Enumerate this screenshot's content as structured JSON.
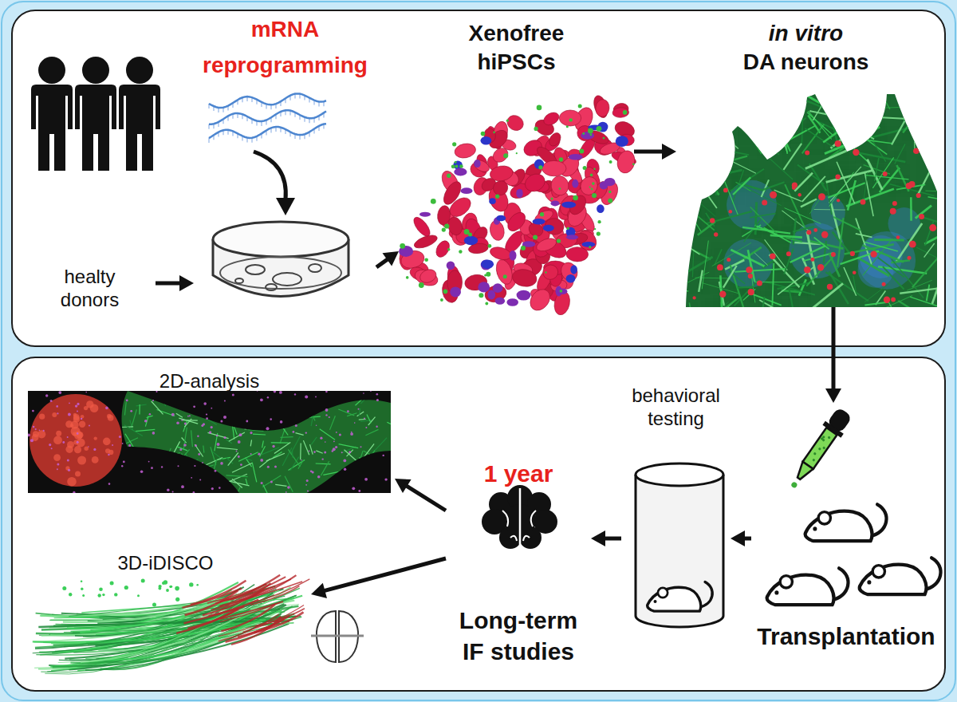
{
  "diagram": {
    "nodes": [
      {
        "text": [
          "healty donors"
        ]
      },
      {
        "text": [
          "mRNA reprogramming"
        ]
      },
      {
        "text": [
          "Xenofree hiPSCs"
        ]
      },
      {
        "text": [
          "in vitro",
          "DA neurons"
        ]
      },
      {
        "text": [
          "Transplantation"
        ]
      },
      {
        "text": [
          "behavioral testing"
        ]
      },
      {
        "text": [
          "1 year",
          "Long-term IF studies"
        ]
      },
      {
        "text": [
          "2D-analysis"
        ]
      },
      {
        "text": [
          "3D-iDISCO"
        ]
      }
    ],
    "edges": [
      {
        "from": 0,
        "to": 1,
        "arrow": "to"
      },
      {
        "from": 1,
        "to": 2,
        "arrow": "to"
      },
      {
        "from": 2,
        "to": 3,
        "arrow": "to"
      },
      {
        "from": 3,
        "to": 4,
        "arrow": "to"
      },
      {
        "from": 4,
        "to": 5,
        "arrow": "to"
      },
      {
        "from": 5,
        "to": 6,
        "arrow": "to"
      },
      {
        "from": 6,
        "to": 7,
        "arrow": "to"
      },
      {
        "from": 6,
        "to": 8,
        "arrow": "to"
      }
    ]
  }
}
